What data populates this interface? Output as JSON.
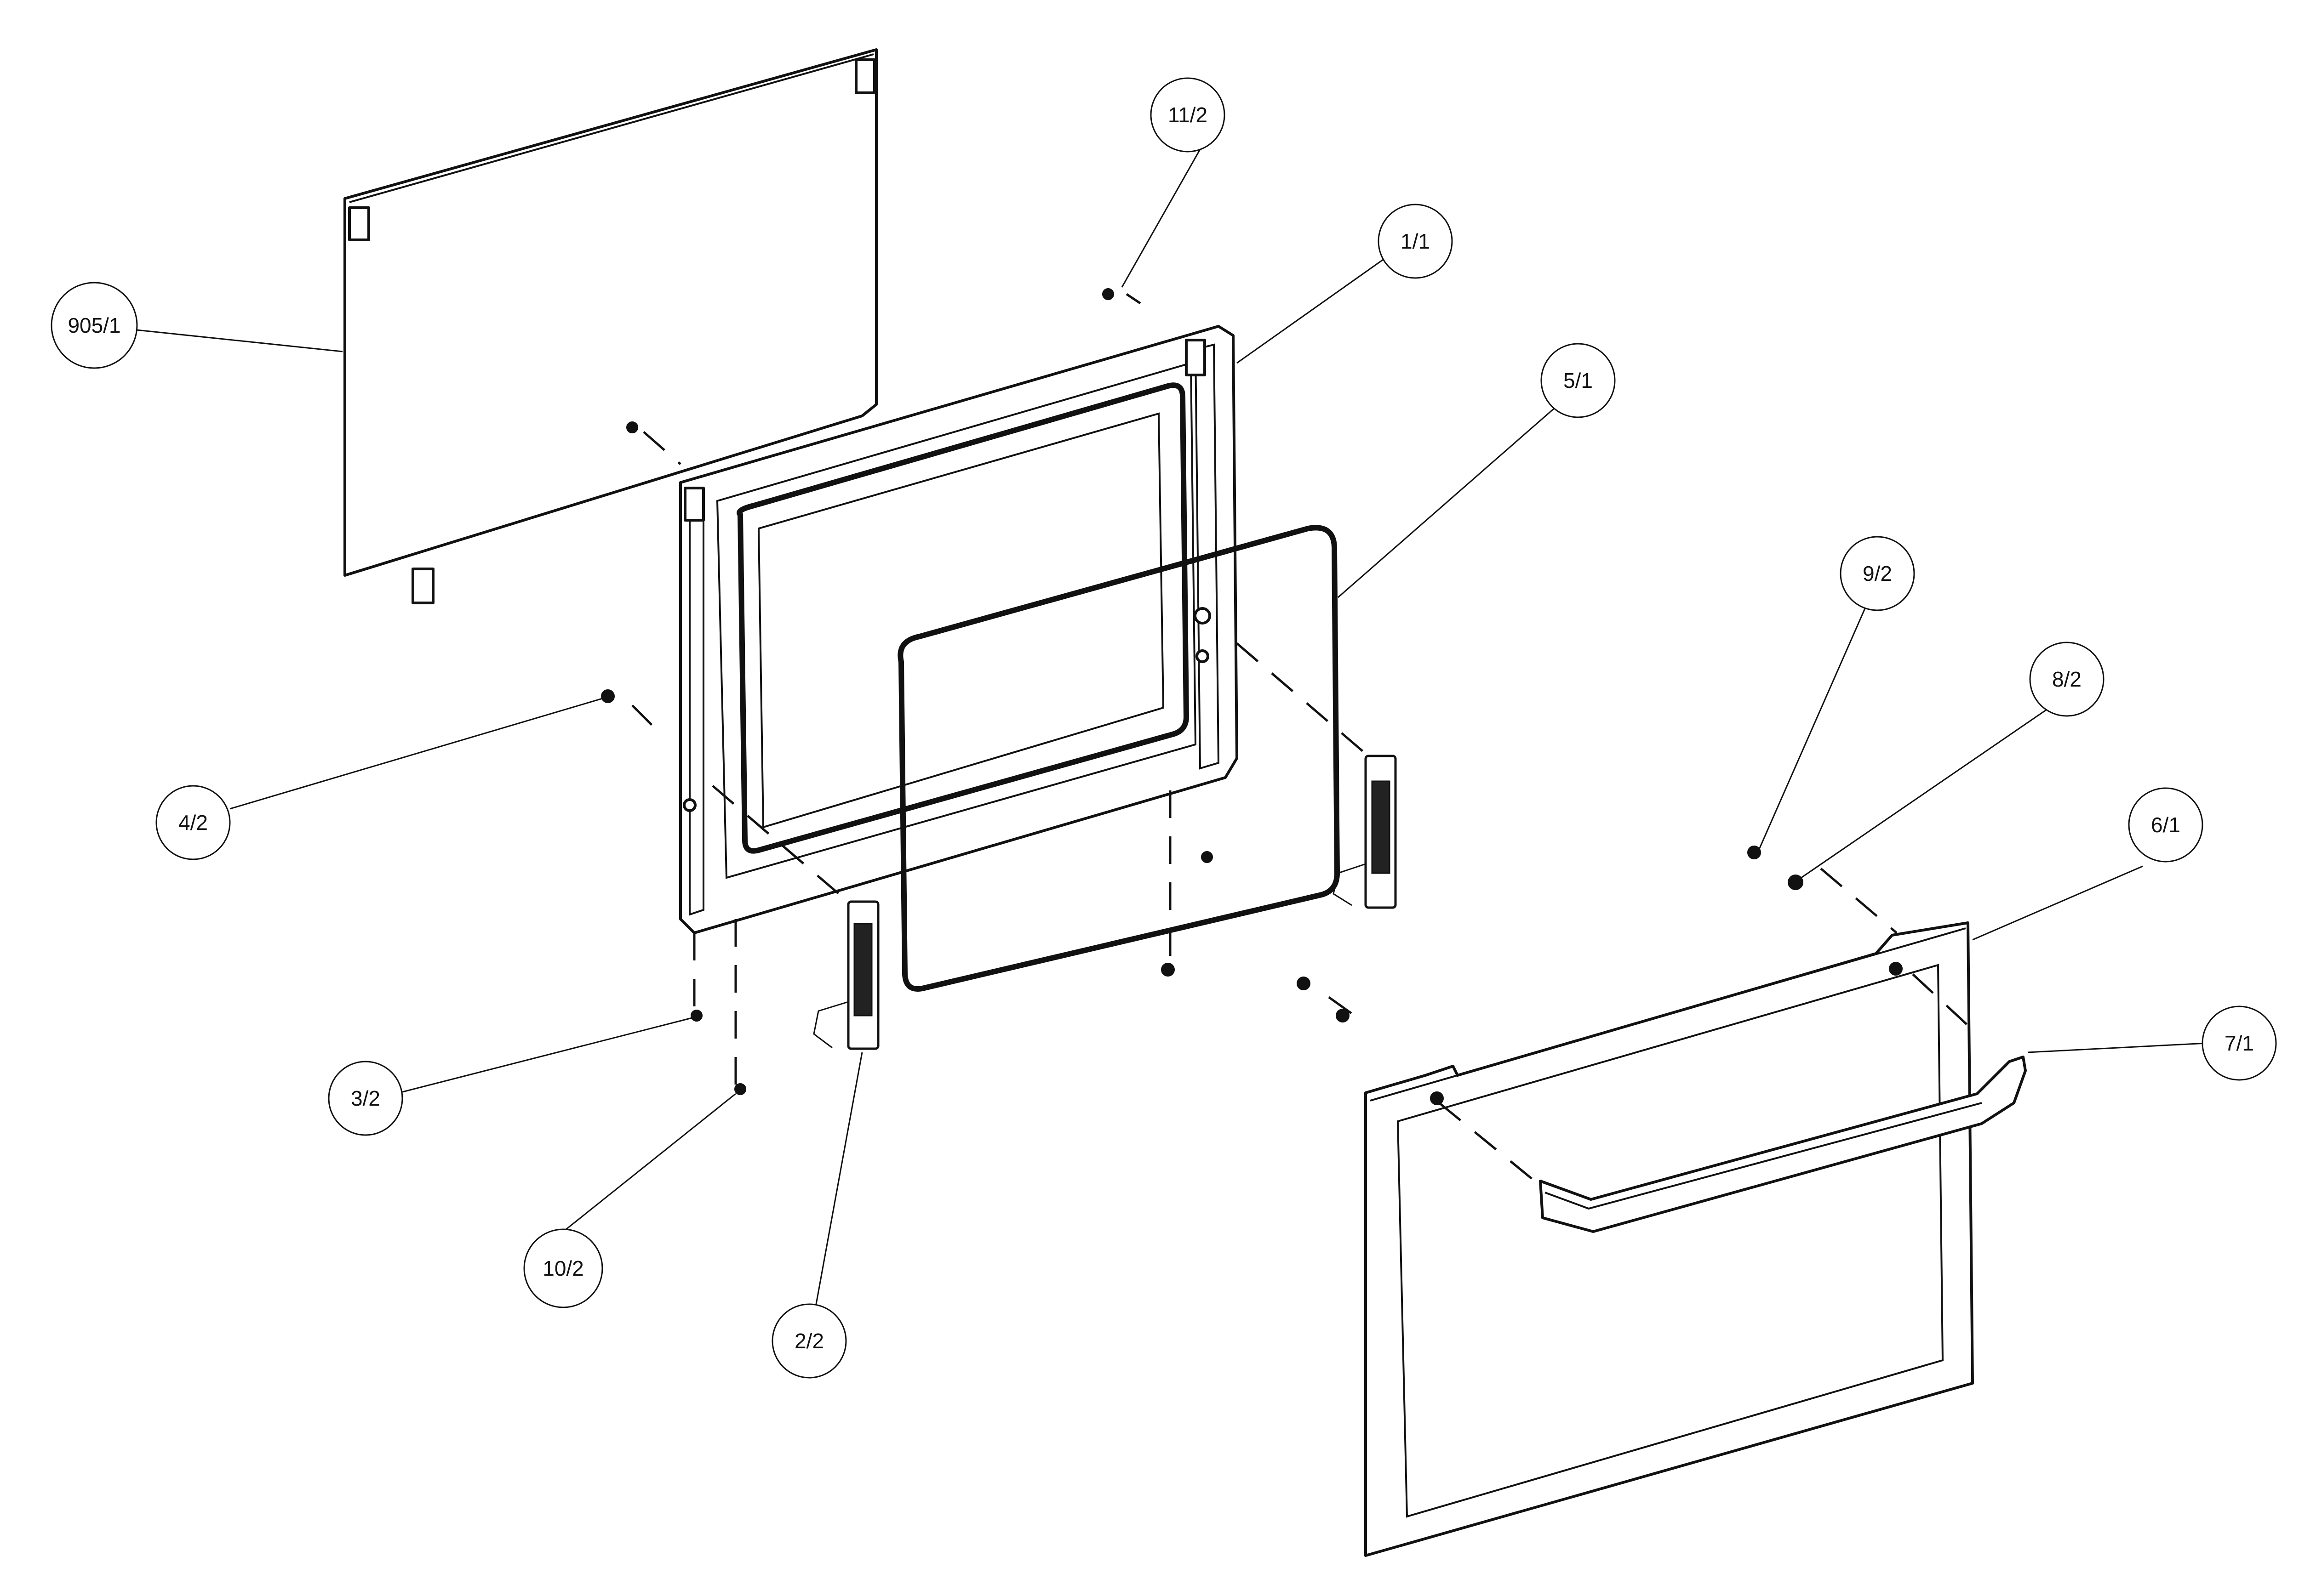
{
  "callouts": [
    {
      "id": "c905",
      "label": "905/1"
    },
    {
      "id": "c11",
      "label": "11/2"
    },
    {
      "id": "c1",
      "label": "1/1"
    },
    {
      "id": "c5",
      "label": "5/1"
    },
    {
      "id": "c4",
      "label": "4/2"
    },
    {
      "id": "c9",
      "label": "9/2"
    },
    {
      "id": "c8",
      "label": "8/2"
    },
    {
      "id": "c6",
      "label": "6/1"
    },
    {
      "id": "c7",
      "label": "7/1"
    },
    {
      "id": "c3",
      "label": "3/2"
    },
    {
      "id": "c10",
      "label": "10/2"
    },
    {
      "id": "c2",
      "label": "2/2"
    }
  ]
}
